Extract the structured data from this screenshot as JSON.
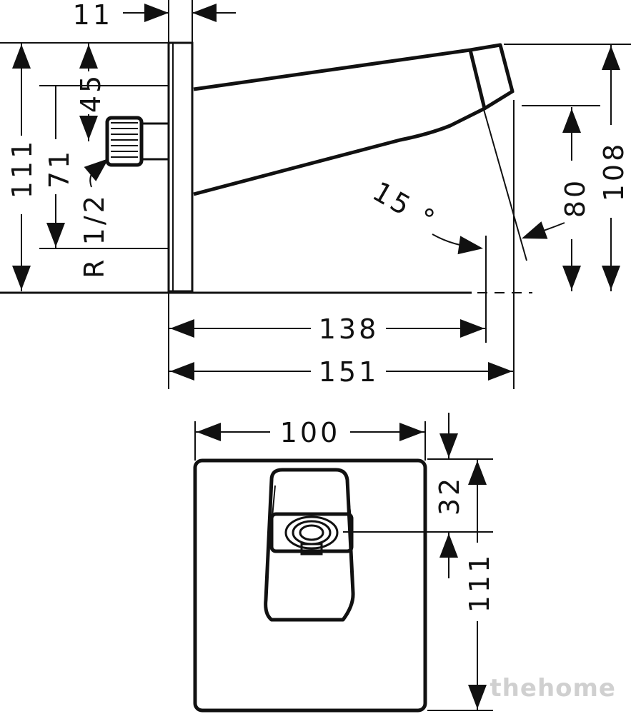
{
  "side_view": {
    "dim_wall_thickness": "11",
    "dim_height_total": "111",
    "dim_outlet_offset": "45",
    "dim_connection_height": "71",
    "dim_thread": "R 1/2",
    "dim_angle": "15 °",
    "dim_outlet_height": "80",
    "dim_spout_height": "108",
    "dim_projection_outlet": "138",
    "dim_projection_total": "151"
  },
  "front_view": {
    "dim_width": "100",
    "dim_outlet_from_top": "32",
    "dim_outlet_to_bottom": "111"
  },
  "watermark": "thehome"
}
